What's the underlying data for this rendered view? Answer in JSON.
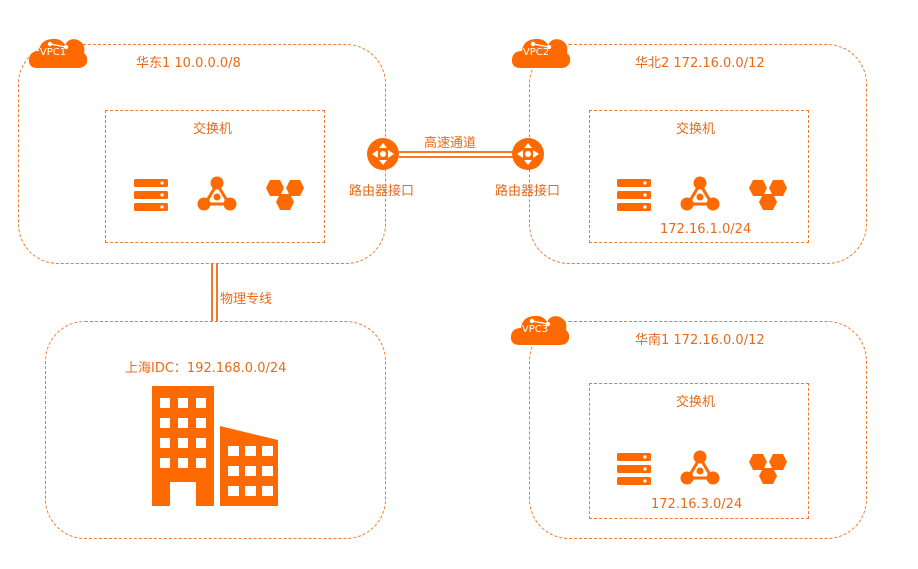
{
  "colors": {
    "accent": "#ff6a00",
    "line": "#f07a2a",
    "text": "#e86a1a"
  },
  "vpc1": {
    "badge": "VPC1",
    "title": "华东1 10.0.0.0/8",
    "switch_label": "交换机"
  },
  "vpc2": {
    "badge": "VPC2",
    "title": "华北2 172.16.0.0/12",
    "switch_label": "交换机",
    "subnet": "172.16.1.0/24"
  },
  "vpc3": {
    "badge": "VPC3",
    "title": "华南1 172.16.0.0/12",
    "switch_label": "交换机",
    "subnet": "172.16.3.0/24"
  },
  "idc": {
    "title": "上海IDC：192.168.0.0/24",
    "icon": "building-icon"
  },
  "links": {
    "high_speed": "高速通道",
    "leased_line": "物理专线"
  },
  "routers": {
    "left_label": "路由器接口",
    "right_label": "路由器接口"
  },
  "icons": [
    "server-icon",
    "network-node-icon",
    "hexagon-cluster-icon",
    "router-icon",
    "cloud-icon"
  ]
}
